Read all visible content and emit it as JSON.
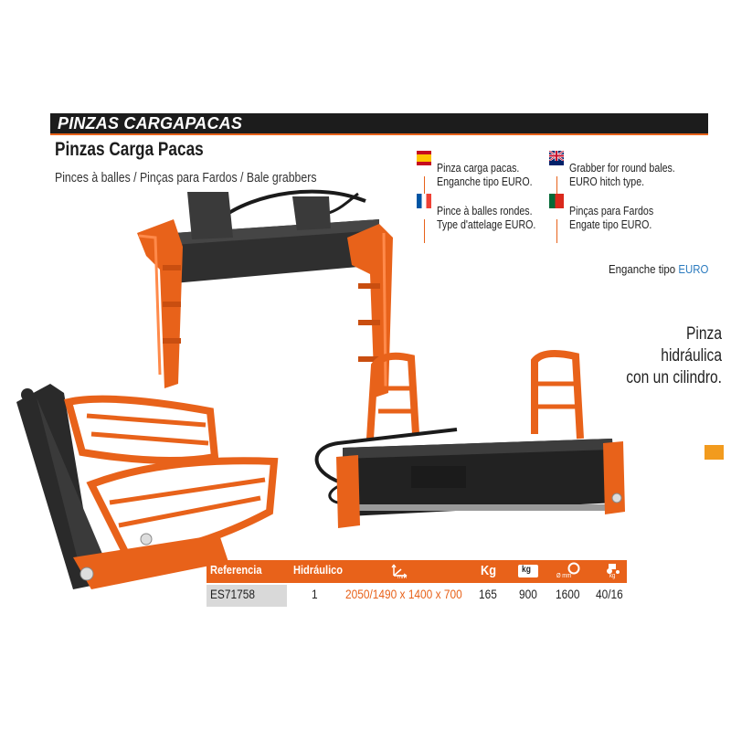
{
  "header": {
    "category": "PINZAS CARGAPACAS",
    "title": "Pinzas Carga Pacas",
    "subtitle": "Pinces à balles / Pinças para Fardos / Bale grabbers"
  },
  "descriptions": {
    "es": {
      "flag": "spain-flag-icon",
      "lines": [
        "Pinza carga pacas.",
        "Enganche tipo EURO."
      ]
    },
    "fr": {
      "flag": "france-flag-icon",
      "lines": [
        "Pince à balles rondes.",
        "Type d'attelage EURO."
      ]
    },
    "gb": {
      "flag": "uk-flag-icon",
      "lines": [
        "Grabber for round bales.",
        "EURO hitch type."
      ]
    },
    "pt": {
      "flag": "portugal-flag-icon",
      "lines": [
        "Pinças para Fardos",
        "Engate tipo EURO."
      ]
    }
  },
  "hitch": {
    "label": "Enganche tipo",
    "value": "EURO"
  },
  "feature": {
    "lines": [
      "Pinza hidráulica",
      "con un cilindro."
    ]
  },
  "table": {
    "headers": {
      "reference": "Referencia",
      "hydraulic": "Hidráulico",
      "dimensions_icon": "dimensions-icon",
      "dimensions_unit": "mm",
      "weight": "Kg",
      "capacity_icon": "load-capacity-icon",
      "capacity_label": "kg",
      "bale_icon": "bale-diameter-icon",
      "bale_unit": "Ø mm",
      "tractor_icon": "tractor-power-icon",
      "tractor_unit": "kg"
    },
    "rows": [
      {
        "reference": "ES71758",
        "hydraulic": "1",
        "dimensions": "2050/1490 x 1400 x 700",
        "weight": "165",
        "capacity": "900",
        "bale_diameter": "1600",
        "tractor": "40/16"
      }
    ]
  },
  "colors": {
    "brand_orange": "#e8621a",
    "header_black": "#1c1c1c",
    "frame_black": "#2a2a2a",
    "accent_blue": "#2b7bbf",
    "side_tab": "#f29b1e"
  }
}
